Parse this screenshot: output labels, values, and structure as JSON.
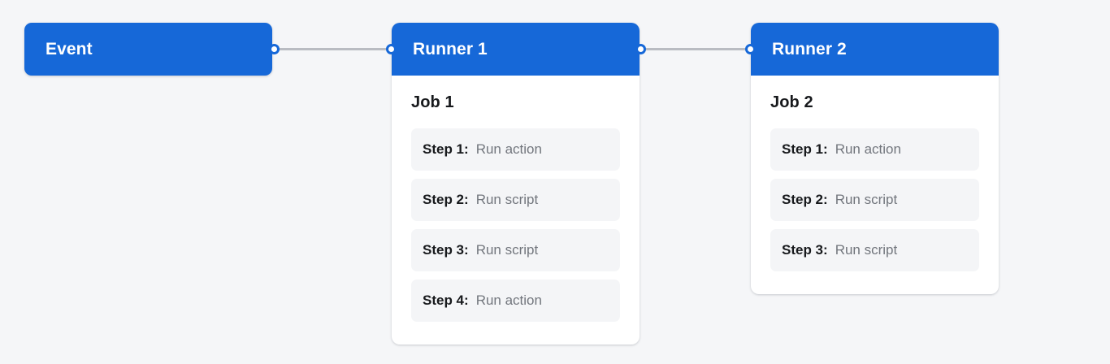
{
  "colors": {
    "accent": "#1668d8",
    "page_background": "#f5f6f8",
    "card_background": "#ffffff",
    "step_background": "#f4f5f7",
    "edge_line": "#b9bcc2",
    "heading_text": "#17191c",
    "muted_text": "#72767d",
    "header_text": "#ffffff"
  },
  "event": {
    "title": "Event"
  },
  "runners": [
    {
      "title": "Runner 1",
      "job": {
        "title": "Job 1",
        "steps": [
          {
            "label": "Step 1:",
            "value": "Run action"
          },
          {
            "label": "Step 2:",
            "value": "Run script"
          },
          {
            "label": "Step 3:",
            "value": "Run script"
          },
          {
            "label": "Step 4:",
            "value": "Run action"
          }
        ]
      }
    },
    {
      "title": "Runner 2",
      "job": {
        "title": "Job 2",
        "steps": [
          {
            "label": "Step 1:",
            "value": "Run action"
          },
          {
            "label": "Step 2:",
            "value": "Run script"
          },
          {
            "label": "Step 3:",
            "value": "Run script"
          }
        ]
      }
    }
  ],
  "connections": [
    {
      "from": "Event",
      "to": "Runner 1"
    },
    {
      "from": "Runner 1",
      "to": "Runner 2"
    }
  ]
}
